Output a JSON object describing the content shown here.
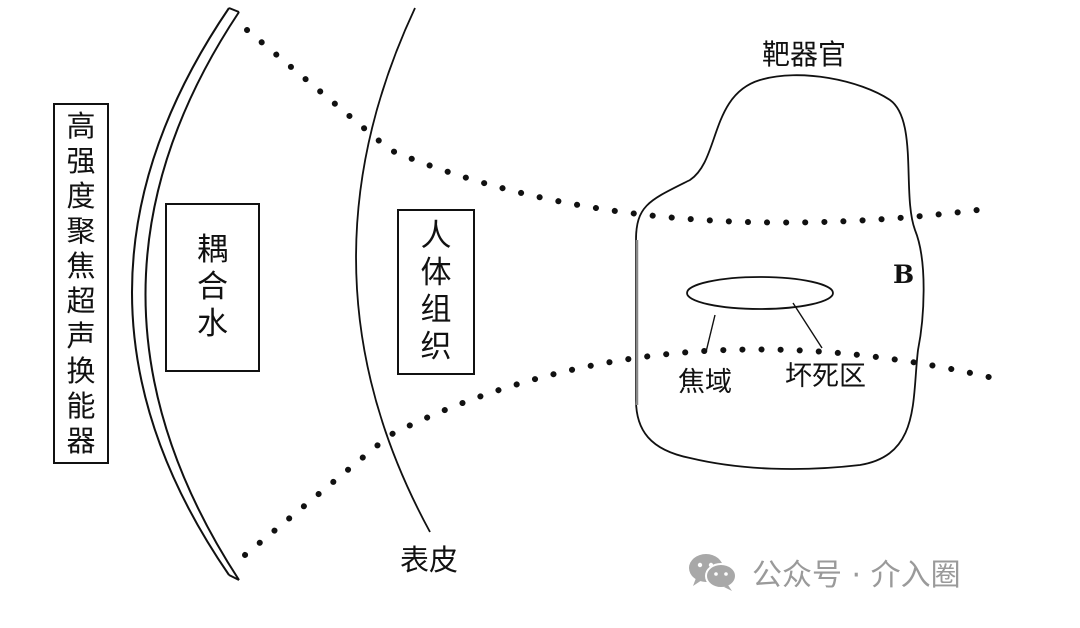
{
  "labels": {
    "transducer": "高强度聚焦超声换能器",
    "coupling_water": "耦合水",
    "tissue": "人体组织",
    "skin": "表皮",
    "target_organ": "靶器官",
    "point_b": "B",
    "focal_region": "焦域",
    "necrosis_zone": "坏死区"
  },
  "watermark": {
    "text": "公众号 · 介入圈",
    "icon": "wechat-icon"
  }
}
